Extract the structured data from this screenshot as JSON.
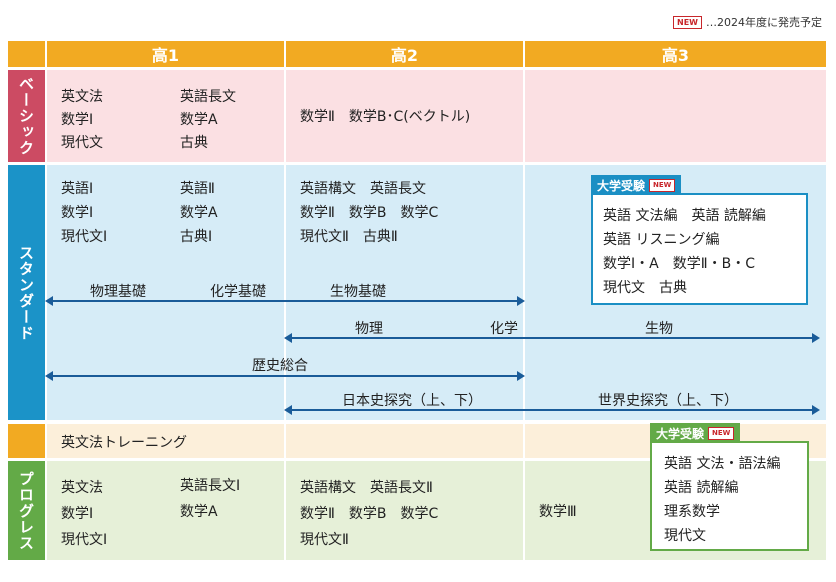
{
  "legend": {
    "new_badge": "NEW",
    "text": "…2024年度に発売予定"
  },
  "grades": [
    "高1",
    "高2",
    "高3"
  ],
  "rows": {
    "basic": {
      "label": "ベーシック",
      "g1": [
        "英文法",
        "英語長文",
        "数学Ⅰ",
        "数学A",
        "現代文",
        "古典"
      ],
      "g2": "数学Ⅱ　数学B･C(ベクトル)"
    },
    "standard": {
      "label": "スタンダード",
      "g1": [
        "英語Ⅰ",
        "英語Ⅱ",
        "数学Ⅰ",
        "数学A",
        "現代文Ⅰ",
        "古典Ⅰ"
      ],
      "g2": [
        "英語構文　英語長文",
        "数学Ⅱ　数学B　数学C",
        "現代文Ⅱ　古典Ⅱ"
      ],
      "arrows": {
        "a1_labels": [
          "物理基礎",
          "化学基礎",
          "生物基礎"
        ],
        "a2_labels": [
          "物理",
          "化学",
          "生物"
        ],
        "a3_label": "歴史総合",
        "a4_labels": [
          "日本史探究（上、下）",
          "世界史探究（上、下）"
        ]
      },
      "exam": {
        "title": "大学受験",
        "badge": "NEW",
        "lines": [
          "英語 文法編　英語 読解編",
          "英語 リスニング編",
          "数学Ⅰ・A　数学Ⅱ・B・C",
          "現代文　古典"
        ]
      }
    },
    "training": {
      "text": "英文法トレーニング"
    },
    "progress": {
      "label": "プログレス",
      "g1": [
        "英文法",
        "英語長文Ⅰ",
        "数学Ⅰ",
        "数学A",
        "現代文Ⅰ"
      ],
      "g2": [
        "英語構文　英語長文Ⅱ",
        "数学Ⅱ　数学B　数学C",
        "現代文Ⅱ"
      ],
      "g3": "数学Ⅲ",
      "exam": {
        "title": "大学受験",
        "badge": "NEW",
        "lines": [
          "英語 文法・語法編",
          "英語 読解編",
          "理系数学",
          "現代文"
        ]
      }
    }
  },
  "colors": {
    "header": "#f2aa22",
    "basic_label": "#cc4b63",
    "basic_bg": "#fbe0e3",
    "standard_label": "#1b93c8",
    "standard_bg": "#d6ecf7",
    "training_label": "#f2aa22",
    "training_bg": "#fcefda",
    "progress_label": "#63aa47",
    "progress_bg": "#e6f0d8"
  }
}
